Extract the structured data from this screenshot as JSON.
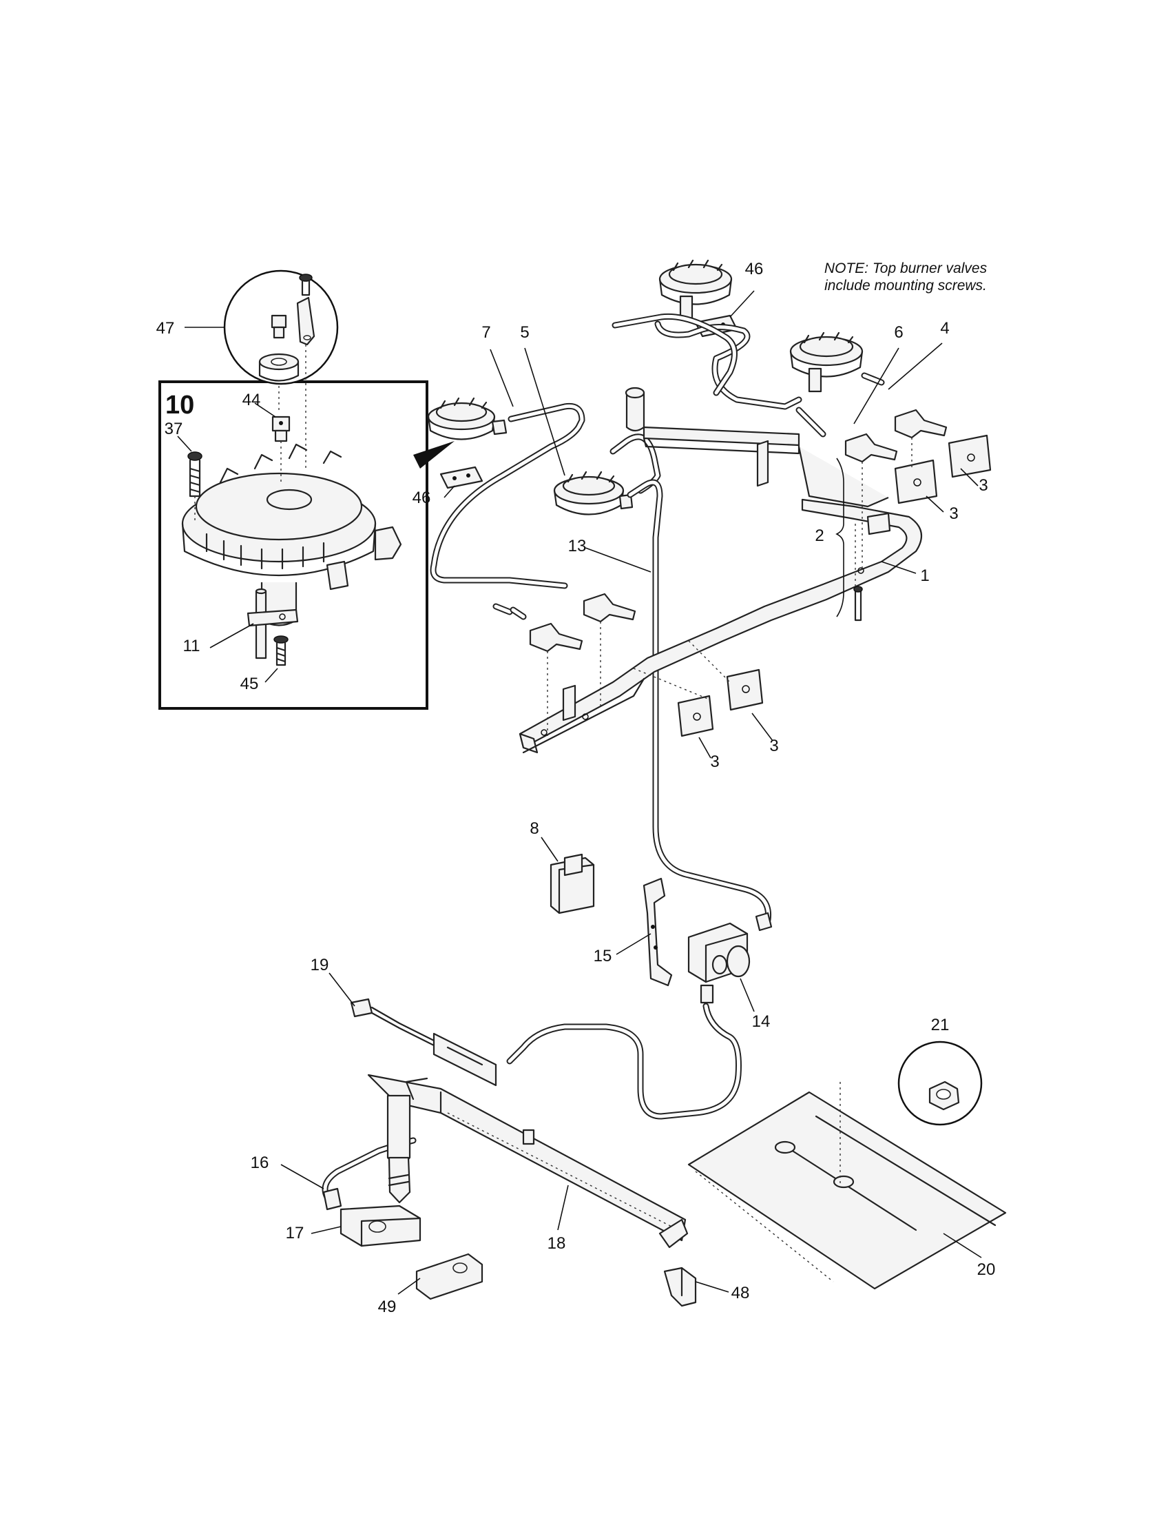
{
  "note": {
    "line1": "NOTE: Top burner valves",
    "line2": "include mounting screws."
  },
  "inset_title": "10",
  "callouts": {
    "c1": "1",
    "c2": "2",
    "c3a": "3",
    "c3b": "3",
    "c3c": "3",
    "c3d": "3",
    "c4": "4",
    "c5": "5",
    "c6": "6",
    "c7": "7",
    "c8": "8",
    "c11": "11",
    "c13": "13",
    "c14": "14",
    "c15": "15",
    "c16": "16",
    "c17": "17",
    "c18": "18",
    "c19": "19",
    "c20": "20",
    "c21": "21",
    "c37": "37",
    "c44": "44",
    "c45": "45",
    "c46a": "46",
    "c46b": "46",
    "c47": "47",
    "c48": "48",
    "c49": "49"
  },
  "colors": {
    "line": "#222222",
    "background": "#ffffff"
  }
}
